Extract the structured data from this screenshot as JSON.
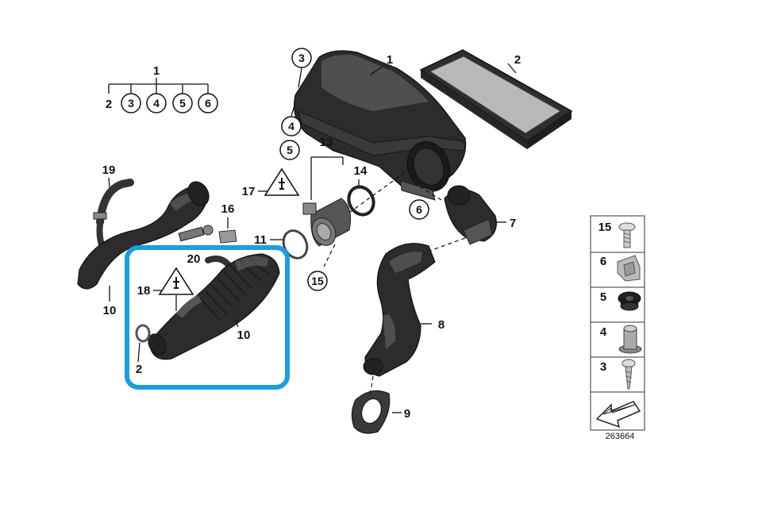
{
  "diagram": {
    "reference_number": "263664",
    "highlight_color": "#1a9ee0",
    "callouts": {
      "c1_top": "1",
      "c2_left": "2",
      "c3_left": "3",
      "c4_left": "4",
      "c5_left": "5",
      "c6_left": "6",
      "c3_box": "3",
      "c1_box": "1",
      "c2_filter": "2",
      "c4_box": "4",
      "c5_box": "5",
      "c13": "13",
      "c14": "14",
      "c6_box": "6",
      "c7": "7",
      "c19": "19",
      "c17": "17",
      "c16": "16",
      "c11": "11",
      "c20": "20",
      "c15": "15",
      "c18": "18",
      "c10_left": "10",
      "c10_right": "10",
      "c2_bottom": "2",
      "c8": "8",
      "c9": "9"
    },
    "legend": [
      {
        "number": "15",
        "icon": "torx-screw-icon"
      },
      {
        "number": "6",
        "icon": "clip-icon"
      },
      {
        "number": "5",
        "icon": "rubber-grommet-icon"
      },
      {
        "number": "4",
        "icon": "rubber-bushing-icon"
      },
      {
        "number": "3",
        "icon": "self-tapping-screw-icon"
      }
    ],
    "legend_arrow_icon": "page-arrow-icon"
  }
}
